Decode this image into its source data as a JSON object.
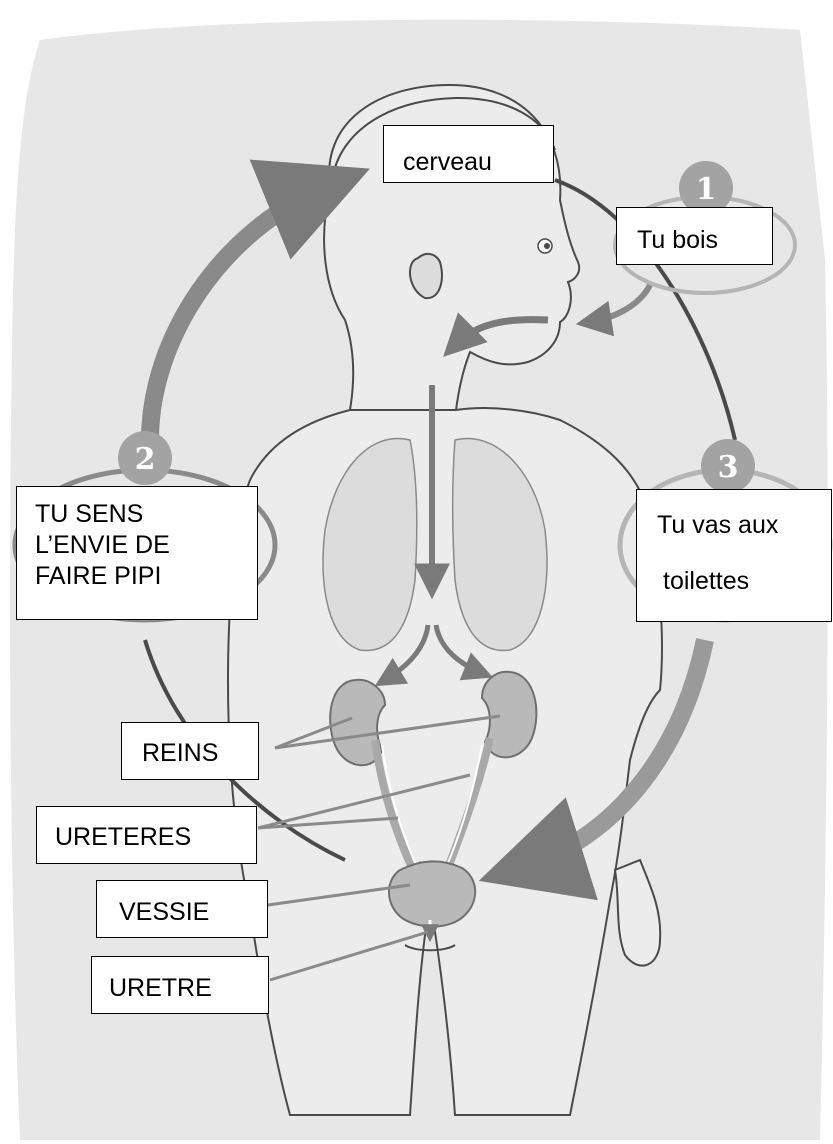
{
  "labels": {
    "brain": "cerveau",
    "drink": "Tu bois",
    "urge": [
      "TU SENS",
      "L’ENVIE DE",
      "FAIRE PIPI"
    ],
    "toilet": [
      "Tu vas aux",
      "toilettes"
    ],
    "kidneys": "REINS",
    "ureters": "URETERES",
    "bladder": "VESSIE",
    "urethra": "URETRE"
  },
  "steps": [
    "1",
    "2",
    "3"
  ],
  "colors": {
    "background": "#ffffff",
    "illustration_bg": "#e7e7e7",
    "organ_fill": "#b9b9b9",
    "arrow": "#7a7a7a",
    "badge": "#a3a3a3",
    "outline": "#4a4a4a"
  }
}
